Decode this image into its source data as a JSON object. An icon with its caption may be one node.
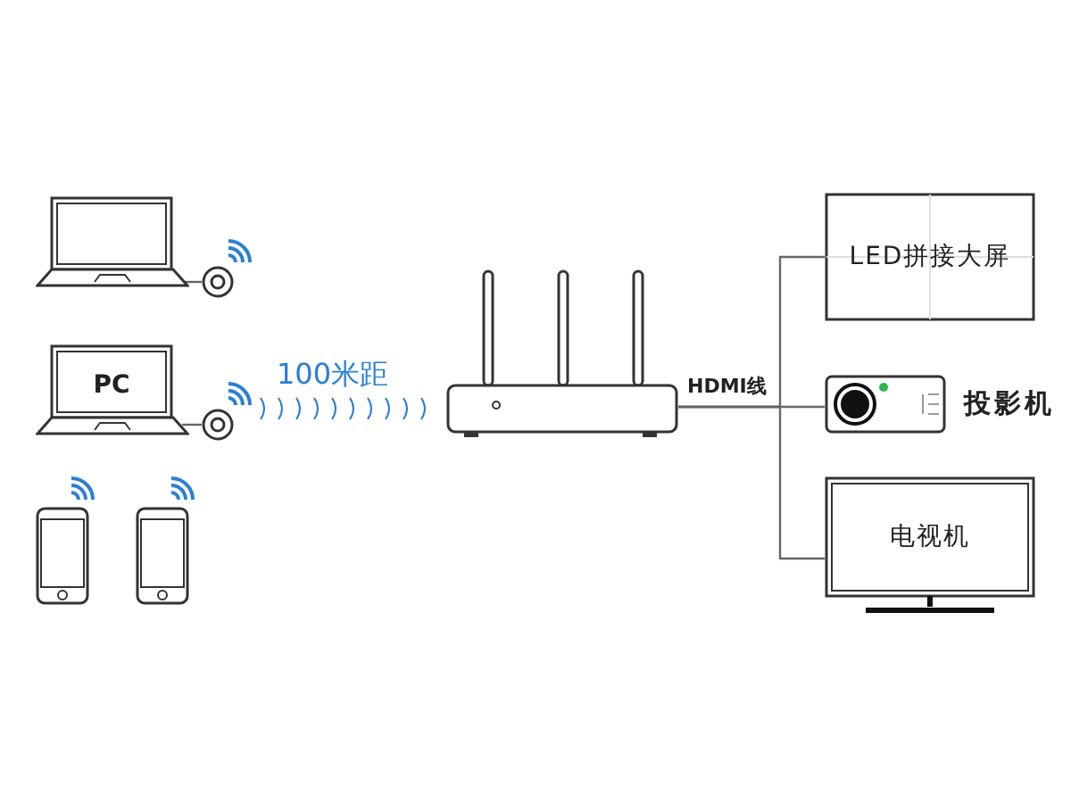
{
  "diagram": {
    "nodes": [
      {
        "text": [],
        "shape": "picture"
      },
      {
        "text": [],
        "shape": "circle"
      },
      {
        "text": [
          "PC"
        ]
      },
      {
        "text": [],
        "shape": "circle"
      },
      {
        "text": [],
        "shape": "picture"
      },
      {
        "text": [],
        "shape": "picture"
      },
      {
        "text": [],
        "shape": "picture"
      },
      {
        "text": [
          "LED拼接大屏"
        ]
      },
      {
        "text": [],
        "shape": "picture",
        "beside": [
          "投影机"
        ]
      },
      {
        "text": [
          "电视机"
        ]
      }
    ],
    "edges": [
      {
        "from": 0,
        "to": 1,
        "arrow": "none"
      },
      {
        "from": 2,
        "to": 3,
        "arrow": "none"
      },
      {
        "from": 6,
        "to": 7,
        "arrow": "none"
      },
      {
        "from": 6,
        "to": 8,
        "arrow": "none",
        "label": "HDMI线"
      },
      {
        "from": 6,
        "to": 9,
        "arrow": "none"
      }
    ],
    "labels": [
      "100米距"
    ]
  }
}
